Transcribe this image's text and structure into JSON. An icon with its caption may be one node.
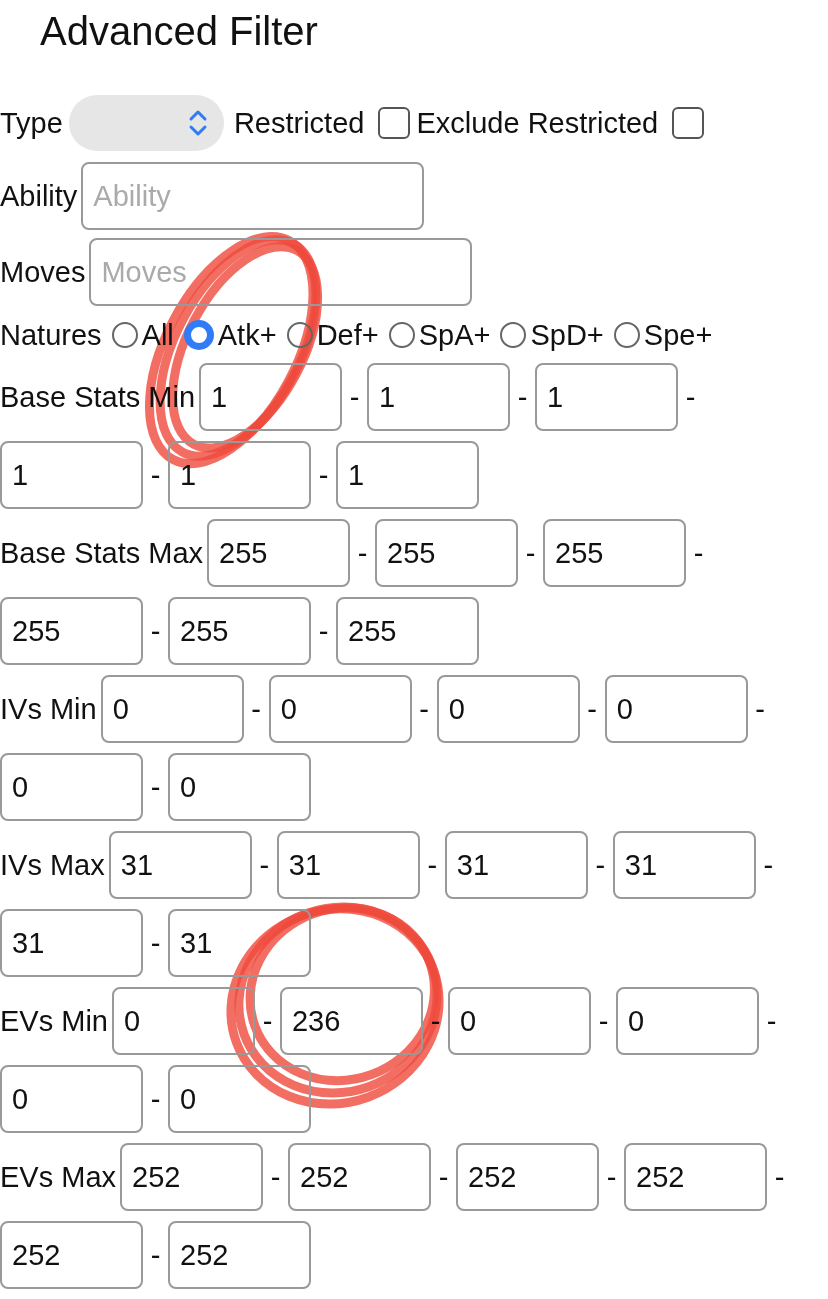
{
  "diagram": {
    "title": "Advanced Filter",
    "labels": [
      "Type",
      "Restricted",
      "Exclude Restricted",
      "Ability",
      "Ability",
      "Moves",
      "Moves",
      "Natures",
      "All",
      "Atk+",
      "Def+",
      "SpA+",
      "SpD+",
      "Spe+",
      "Base Stats Min",
      "1",
      "-",
      "1",
      "-",
      "1",
      "-",
      "1",
      "-",
      "1",
      "-",
      "1",
      "Base Stats Max",
      "255",
      "-",
      "255",
      "-",
      "255",
      "-",
      "255",
      "-",
      "255",
      "-",
      "255",
      "IVs Min",
      "0",
      "-",
      "0",
      "-",
      "0",
      "-",
      "0",
      "-",
      "0",
      "-",
      "0",
      "IVs Max",
      "31",
      "-",
      "31",
      "-",
      "31",
      "-",
      "31",
      "-",
      "31",
      "-",
      "31",
      "EVs Min",
      "0",
      "-",
      "236",
      "-",
      "0",
      "-",
      "0",
      "-",
      "0",
      "-",
      "0",
      "EVs Max",
      "252",
      "-",
      "252",
      "-",
      "252",
      "-",
      "252",
      "-",
      "252",
      "-",
      "252"
    ]
  }
}
